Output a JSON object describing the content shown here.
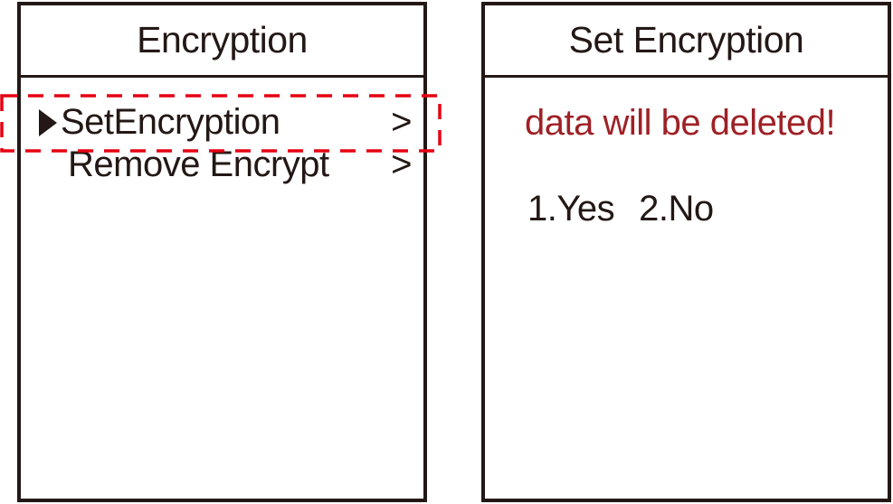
{
  "colors": {
    "ink": "#231815",
    "highlight_red": "#e60012",
    "warning_red": "#9e2126",
    "background": "#ffffff"
  },
  "encryption_screen": {
    "title": "Encryption",
    "menu_items": [
      {
        "label": "SetEncryption",
        "arrow": ">",
        "selected": true
      },
      {
        "label": "Remove Encrypt",
        "arrow": ">",
        "selected": false
      }
    ]
  },
  "set_encryption_screen": {
    "title": "Set Encryption",
    "warning": "data will be deleted!",
    "options": [
      {
        "label": "1.Yes"
      },
      {
        "label": "2.No"
      }
    ]
  },
  "icons": {
    "selection_cursor": "right-pointing-triangle",
    "submenu_arrow": ">"
  }
}
